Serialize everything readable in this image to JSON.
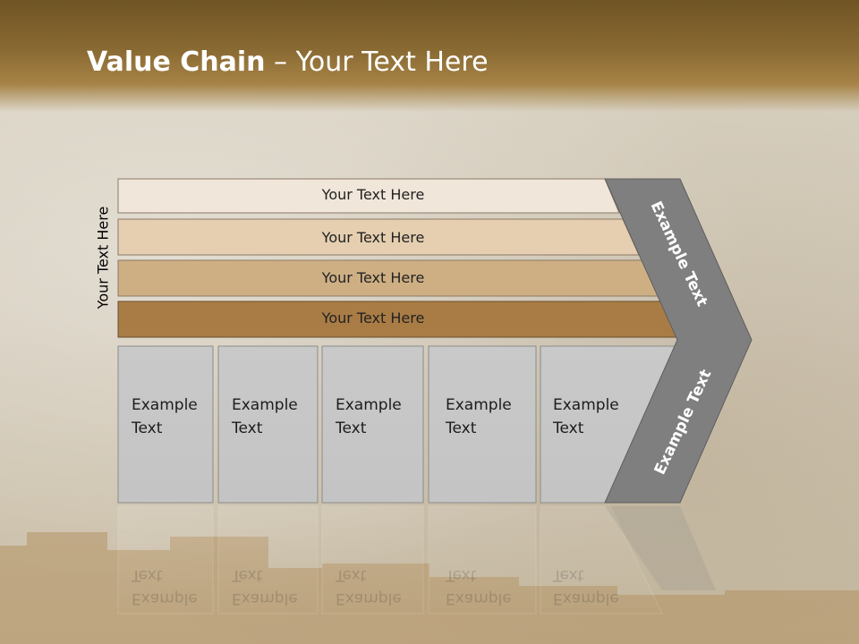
{
  "slide": {
    "title_bold": "Value Chain",
    "title_rest": " – Your Text Here",
    "side_label": "Your Text Here"
  },
  "bands": [
    {
      "label": "Your Text Here",
      "color": "#f0e6da"
    },
    {
      "label": "Your Text Here",
      "color": "#e5cfb0"
    },
    {
      "label": "Your Text Here",
      "color": "#ceaf84"
    },
    {
      "label": "Your Text Here",
      "color": "#a97c45"
    }
  ],
  "boxes": [
    {
      "line1": "Example",
      "line2": "Text"
    },
    {
      "line1": "Example",
      "line2": "Text"
    },
    {
      "line1": "Example",
      "line2": "Text"
    },
    {
      "line1": "Example",
      "line2": "Text"
    },
    {
      "line1": "Example",
      "line2": "Text"
    }
  ],
  "chevron": {
    "upper_label": "Example Text",
    "lower_label": "Example Text",
    "color": "#7f7f7f"
  }
}
